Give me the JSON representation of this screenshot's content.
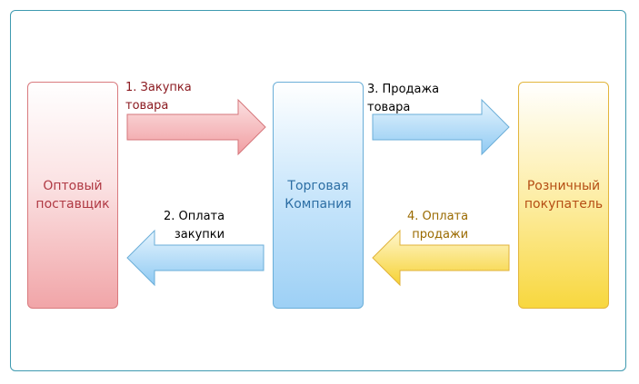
{
  "boxes": {
    "supplier": "Оптовый\nпоставщик",
    "company": "Торговая\nКомпания",
    "buyer": "Розничный\nпокупатель"
  },
  "steps": {
    "step1": "1. Закупка\n    товара",
    "step2": "2. Оплата\nзакупки",
    "step3": "3. Продажа\n    товара",
    "step4": "4. Оплата\nпродажи"
  },
  "colors": {
    "supplier": "#f1a5a8",
    "company": "#9dd0f5",
    "buyer": "#f8d73e",
    "frame": "#3e9ab0"
  }
}
